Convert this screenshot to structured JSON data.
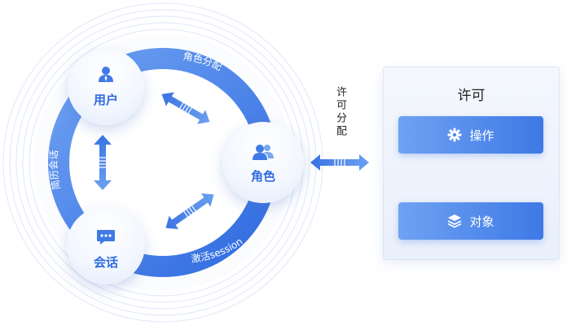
{
  "nodes": {
    "user": {
      "label": "用户",
      "icon": "user-icon"
    },
    "role": {
      "label": "角色",
      "icon": "users-icon"
    },
    "session": {
      "label": "会话",
      "icon": "chat-icon"
    }
  },
  "ring_labels": {
    "role_assign": "角色分配",
    "activate_session": "激活session",
    "create_session": "简历会话"
  },
  "perm_assign_label": "许可分配",
  "permission_panel": {
    "title": "许可",
    "operation": {
      "label": "操作",
      "icon": "gear-icon"
    },
    "object": {
      "label": "对象",
      "icon": "layers-icon"
    }
  },
  "colors": {
    "ring_blue": "#3f7ae6",
    "ring_light": "#6fa2f2",
    "label_blue": "#2f6ae0"
  }
}
